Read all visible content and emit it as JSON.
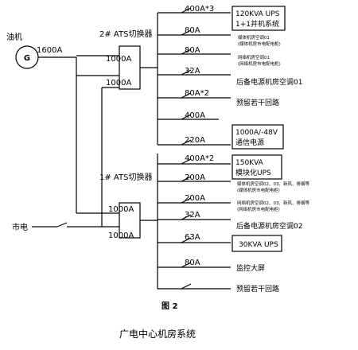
{
  "generator": {
    "label": "油机",
    "symbol": "G",
    "rating": "1600A"
  },
  "mains": {
    "label": "市电"
  },
  "ats2": {
    "label": "2# ATS切换器",
    "rating_top": "1000A",
    "rating_bottom": "1000A",
    "branches": [
      {
        "rating": "400A*3",
        "box": [
          "120KVA UPS",
          "1+1并机系统"
        ]
      },
      {
        "rating": "80A",
        "notes": [
          "媒体机房空调01",
          "(媒体机房市电配电柜)"
        ]
      },
      {
        "rating": "80A",
        "notes": [
          "网络机房空调01",
          "(网络机房市电配电柜)"
        ]
      },
      {
        "rating": "32A",
        "text": "后备电源机房空调01"
      },
      {
        "rating": "80A*2",
        "text": "预留若干回路"
      },
      {
        "rating": "400A"
      },
      {
        "rating": "220A",
        "box": [
          "1000A/-48V",
          "通信电源"
        ]
      }
    ]
  },
  "ats1": {
    "label": "1# ATS切换器",
    "rating_top": "1000A",
    "rating_bottom": "1000A",
    "branches": [
      {
        "rating": "400A*2",
        "box": [
          "150KVA",
          "模块化UPS"
        ]
      },
      {
        "rating": "200A",
        "notes": [
          "媒体机房空调02、03、新风、排烟等",
          "(媒体机房市电配电柜)"
        ]
      },
      {
        "rating": "200A",
        "notes": [
          "网络机房空调02、03、新风、排烟等",
          "(网络机房市电配电柜)"
        ]
      },
      {
        "rating": "32A",
        "text": "后备电源机房空调02"
      },
      {
        "rating": "63A",
        "box": [
          "30KVA  UPS"
        ]
      },
      {
        "rating": "80A",
        "text": "监控大屏"
      },
      {
        "rating": "",
        "text": "预留若干回路"
      }
    ]
  },
  "figure_label": "图 2",
  "caption": "广电中心机房系统"
}
